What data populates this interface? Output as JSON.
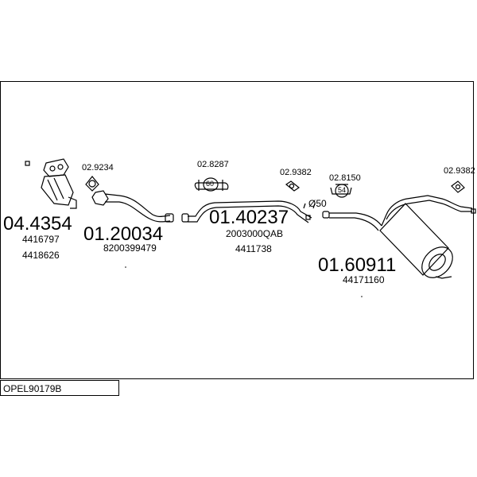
{
  "diagram_code": "OPEL90179B",
  "parts": [
    {
      "number": "04.4354",
      "refs": [
        "4416797",
        "4418626"
      ]
    },
    {
      "number": "01.20034",
      "refs": [
        "8200399479"
      ]
    },
    {
      "number": "01.40237",
      "refs": [
        "2003000QAB",
        "4411738"
      ]
    },
    {
      "number": "01.60911",
      "refs": [
        "44171160"
      ]
    }
  ],
  "accessories": [
    {
      "number": "02.9234"
    },
    {
      "number": "02.8287",
      "marker": "60"
    },
    {
      "number": "02.9382"
    },
    {
      "number": "02.8150",
      "marker": "54"
    },
    {
      "number": "02.9382"
    }
  ],
  "diameter_label": "Ø50"
}
